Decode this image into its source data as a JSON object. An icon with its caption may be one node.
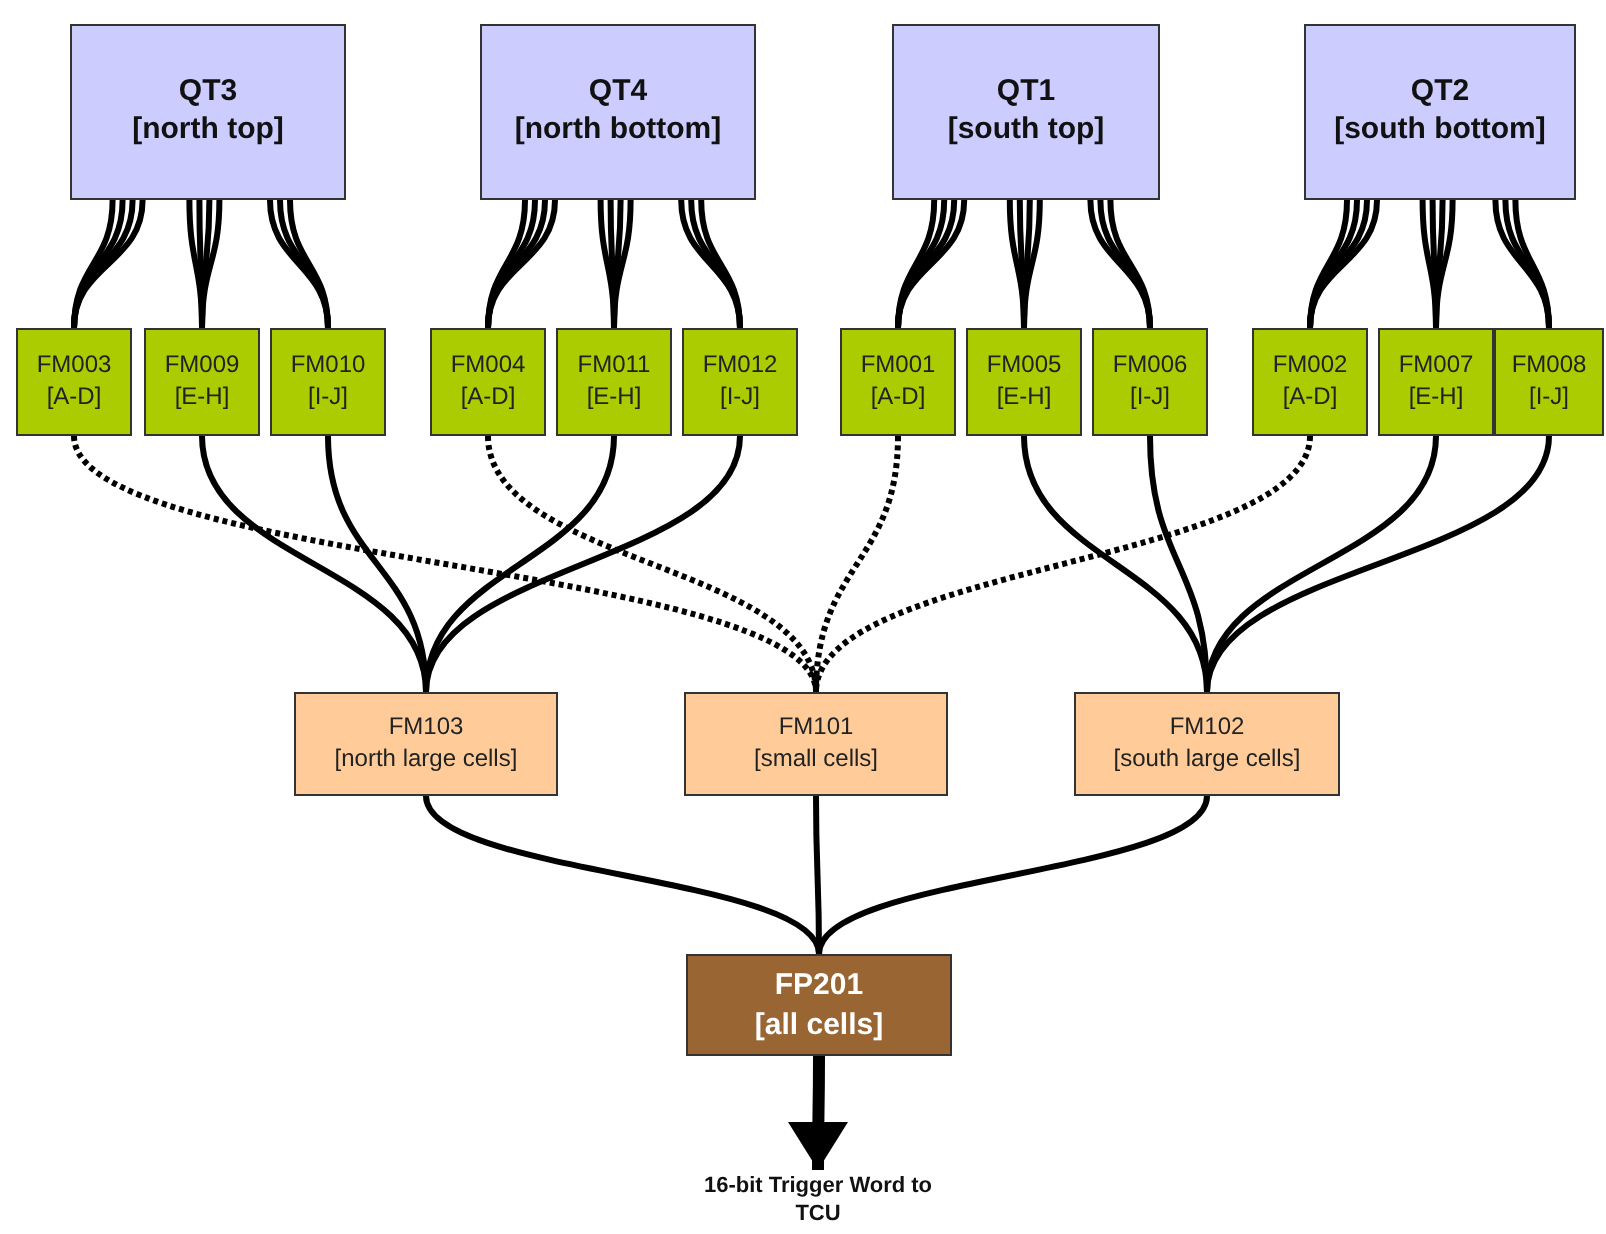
{
  "diagram": {
    "nodes": [
      {
        "text": [
          "QT3",
          "[north top]"
        ]
      },
      {
        "text": [
          "QT4",
          "[north bottom]"
        ]
      },
      {
        "text": [
          "QT1",
          "[south top]"
        ]
      },
      {
        "text": [
          "QT2",
          "[south bottom]"
        ]
      },
      {
        "text": [
          "FM003",
          "[A-D]"
        ]
      },
      {
        "text": [
          "FM009",
          "[E-H]"
        ]
      },
      {
        "text": [
          "FM010",
          "[I-J]"
        ]
      },
      {
        "text": [
          "FM004",
          "[A-D]"
        ]
      },
      {
        "text": [
          "FM011",
          "[E-H]"
        ]
      },
      {
        "text": [
          "FM012",
          "[I-J]"
        ]
      },
      {
        "text": [
          "FM001",
          "[A-D]"
        ]
      },
      {
        "text": [
          "FM005",
          "[E-H]"
        ]
      },
      {
        "text": [
          "FM006",
          "[I-J]"
        ]
      },
      {
        "text": [
          "FM002",
          "[A-D]"
        ]
      },
      {
        "text": [
          "FM007",
          "[E-H]"
        ]
      },
      {
        "text": [
          "FM008",
          "[I-J]"
        ]
      },
      {
        "text": [
          "FM103",
          "[north large cells]"
        ]
      },
      {
        "text": [
          "FM101",
          "[small cells]"
        ]
      },
      {
        "text": [
          "FM102",
          "[south large cells]"
        ]
      },
      {
        "text": [
          "FP201",
          "[all cells]"
        ]
      },
      {
        "text": [
          "16-bit Trigger Word to TCU"
        ]
      }
    ],
    "edges": [
      {
        "from": 0,
        "to": 4,
        "arrow": "none"
      },
      {
        "from": 0,
        "to": 4,
        "arrow": "none"
      },
      {
        "from": 0,
        "to": 4,
        "arrow": "none"
      },
      {
        "from": 0,
        "to": 4,
        "arrow": "none"
      },
      {
        "from": 0,
        "to": 5,
        "arrow": "none"
      },
      {
        "from": 0,
        "to": 5,
        "arrow": "none"
      },
      {
        "from": 0,
        "to": 5,
        "arrow": "none"
      },
      {
        "from": 0,
        "to": 5,
        "arrow": "none"
      },
      {
        "from": 0,
        "to": 6,
        "arrow": "none"
      },
      {
        "from": 0,
        "to": 6,
        "arrow": "none"
      },
      {
        "from": 0,
        "to": 6,
        "arrow": "none"
      },
      {
        "from": 1,
        "to": 7,
        "arrow": "none"
      },
      {
        "from": 1,
        "to": 7,
        "arrow": "none"
      },
      {
        "from": 1,
        "to": 7,
        "arrow": "none"
      },
      {
        "from": 1,
        "to": 7,
        "arrow": "none"
      },
      {
        "from": 1,
        "to": 8,
        "arrow": "none"
      },
      {
        "from": 1,
        "to": 8,
        "arrow": "none"
      },
      {
        "from": 1,
        "to": 8,
        "arrow": "none"
      },
      {
        "from": 1,
        "to": 8,
        "arrow": "none"
      },
      {
        "from": 1,
        "to": 9,
        "arrow": "none"
      },
      {
        "from": 1,
        "to": 9,
        "arrow": "none"
      },
      {
        "from": 1,
        "to": 9,
        "arrow": "none"
      },
      {
        "from": 2,
        "to": 10,
        "arrow": "none"
      },
      {
        "from": 2,
        "to": 10,
        "arrow": "none"
      },
      {
        "from": 2,
        "to": 10,
        "arrow": "none"
      },
      {
        "from": 2,
        "to": 10,
        "arrow": "none"
      },
      {
        "from": 2,
        "to": 11,
        "arrow": "none"
      },
      {
        "from": 2,
        "to": 11,
        "arrow": "none"
      },
      {
        "from": 2,
        "to": 11,
        "arrow": "none"
      },
      {
        "from": 2,
        "to": 11,
        "arrow": "none"
      },
      {
        "from": 2,
        "to": 12,
        "arrow": "none"
      },
      {
        "from": 2,
        "to": 12,
        "arrow": "none"
      },
      {
        "from": 2,
        "to": 12,
        "arrow": "none"
      },
      {
        "from": 3,
        "to": 13,
        "arrow": "none"
      },
      {
        "from": 3,
        "to": 13,
        "arrow": "none"
      },
      {
        "from": 3,
        "to": 13,
        "arrow": "none"
      },
      {
        "from": 3,
        "to": 13,
        "arrow": "none"
      },
      {
        "from": 3,
        "to": 14,
        "arrow": "none"
      },
      {
        "from": 3,
        "to": 14,
        "arrow": "none"
      },
      {
        "from": 3,
        "to": 14,
        "arrow": "none"
      },
      {
        "from": 3,
        "to": 14,
        "arrow": "none"
      },
      {
        "from": 3,
        "to": 15,
        "arrow": "none"
      },
      {
        "from": 3,
        "to": 15,
        "arrow": "none"
      },
      {
        "from": 3,
        "to": 15,
        "arrow": "none"
      },
      {
        "from": 4,
        "to": 17,
        "arrow": "none",
        "style": "dashed"
      },
      {
        "from": 5,
        "to": 16,
        "arrow": "none"
      },
      {
        "from": 6,
        "to": 16,
        "arrow": "none"
      },
      {
        "from": 7,
        "to": 17,
        "arrow": "none",
        "style": "dashed"
      },
      {
        "from": 8,
        "to": 16,
        "arrow": "none"
      },
      {
        "from": 9,
        "to": 16,
        "arrow": "none"
      },
      {
        "from": 10,
        "to": 17,
        "arrow": "none",
        "style": "dashed"
      },
      {
        "from": 11,
        "to": 18,
        "arrow": "none"
      },
      {
        "from": 12,
        "to": 18,
        "arrow": "none"
      },
      {
        "from": 13,
        "to": 17,
        "arrow": "none",
        "style": "dashed"
      },
      {
        "from": 14,
        "to": 18,
        "arrow": "none"
      },
      {
        "from": 15,
        "to": 18,
        "arrow": "none"
      },
      {
        "from": 16,
        "to": 19,
        "arrow": "none"
      },
      {
        "from": 17,
        "to": 19,
        "arrow": "none"
      },
      {
        "from": 18,
        "to": 19,
        "arrow": "none"
      },
      {
        "from": 19,
        "to": 20,
        "arrow": "to",
        "style": "thick"
      }
    ]
  }
}
